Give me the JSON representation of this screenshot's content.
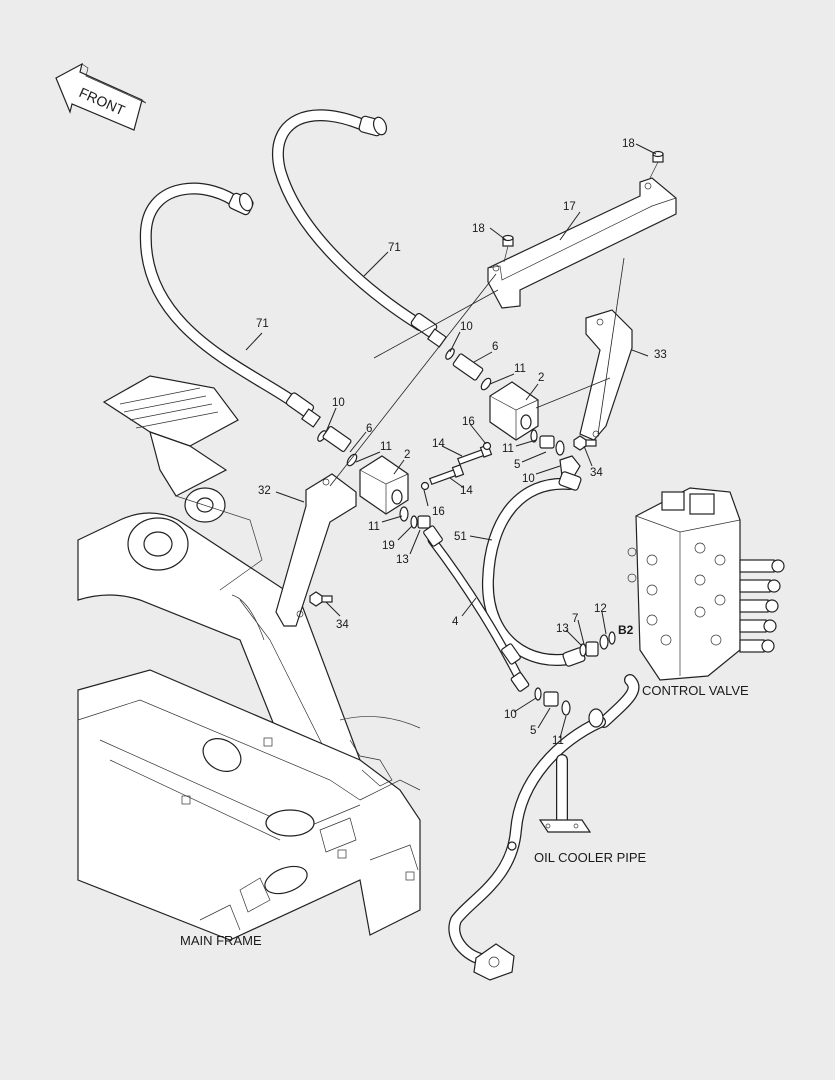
{
  "diagram": {
    "front_arrow_label": "FRONT",
    "callouts": {
      "c18a": "18",
      "c18b": "18",
      "c17": "17",
      "c71a": "71",
      "c71b": "71",
      "c10a": "10",
      "c6a": "6",
      "c11a": "11",
      "c2a": "2",
      "c33": "33",
      "c10b": "10",
      "c6b": "6",
      "c11b": "11",
      "c2b": "2",
      "c16a": "16",
      "c14a": "14",
      "c11c": "11",
      "c5a": "5",
      "c10c": "10",
      "c34a": "34",
      "c14b": "14",
      "c16b": "16",
      "c32": "32",
      "c11d": "11",
      "c19": "19",
      "c13a": "13",
      "c51": "51",
      "c4": "4",
      "c34b": "34",
      "c7": "7",
      "c12": "12",
      "c13b": "13",
      "c10d": "10",
      "c5b": "5",
      "c11e": "11"
    },
    "port_label": "B2",
    "region_labels": {
      "control_valve": "CONTROL VALVE",
      "oil_cooler_pipe": "OIL COOLER PIPE",
      "main_frame": "MAIN FRAME"
    }
  }
}
